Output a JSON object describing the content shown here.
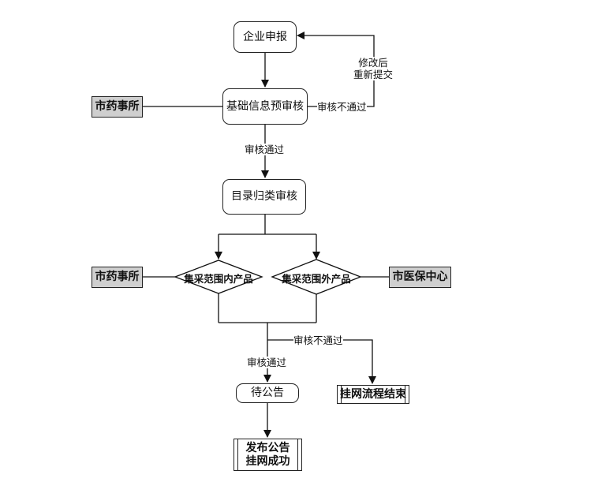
{
  "nodes": {
    "enterprise_report": "企业申报",
    "basic_info_review": "基础信息预审核",
    "catalog_review": "目录归类审核",
    "in_scope": "集采范围内产品",
    "out_scope": "集采范围外产品",
    "pending_notice": "待公告",
    "publish_notice": "发布公告\n挂网成功",
    "listing_end": "挂网流程结束"
  },
  "side_boxes": {
    "pharma_office_top": "市药事所",
    "pharma_office_mid": "市药事所",
    "medical_insurance_center": "市医保中心"
  },
  "edge_labels": {
    "modify_resubmit": "修改后\n重新提交",
    "reject_top": "审核不通过",
    "pass_top": "审核通过",
    "reject_bottom": "审核不通过",
    "pass_bottom": "审核通过"
  }
}
